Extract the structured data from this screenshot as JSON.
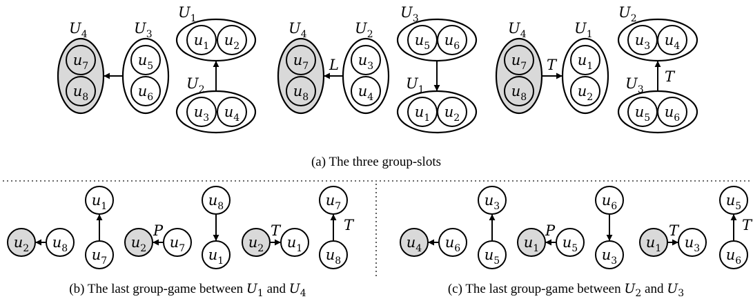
{
  "colors": {
    "shaded": "#d9d9d9",
    "stroke": "#000000",
    "background": "#ffffff"
  },
  "nodes": {
    "u1": {
      "base": "u",
      "sub": "1"
    },
    "u2": {
      "base": "u",
      "sub": "2"
    },
    "u3": {
      "base": "u",
      "sub": "3"
    },
    "u4": {
      "base": "u",
      "sub": "4"
    },
    "u5": {
      "base": "u",
      "sub": "5"
    },
    "u6": {
      "base": "u",
      "sub": "6"
    },
    "u7": {
      "base": "u",
      "sub": "7"
    },
    "u8": {
      "base": "u",
      "sub": "8"
    }
  },
  "groups": {
    "U1": {
      "base": "U",
      "sub": "1"
    },
    "U2": {
      "base": "U",
      "sub": "2"
    },
    "U3": {
      "base": "U",
      "sub": "3"
    },
    "U4": {
      "base": "U",
      "sub": "4"
    }
  },
  "edge_labels": {
    "L": "L",
    "T": "T",
    "P": "P"
  },
  "captions": {
    "a": "(a) The three group-slots",
    "b_text": "(b) The last group-game between ",
    "c_text": "(c) The last group-game between ",
    "and": " and "
  }
}
